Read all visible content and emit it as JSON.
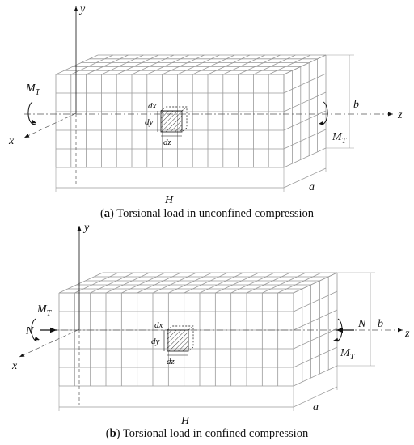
{
  "panels": [
    {
      "id": "a",
      "caption_letter": "a",
      "caption_text": "Torsional load in unconfined compression",
      "labels": {
        "y": "y",
        "x": "x",
        "z": "z",
        "moment_main": "M",
        "moment_sub": "T",
        "b": "b",
        "a": "a",
        "H": "H",
        "dx": "dx",
        "dy": "dy",
        "dz": "dz"
      }
    },
    {
      "id": "b",
      "caption_letter": "b",
      "caption_text": "Torsional load in confined compression",
      "labels": {
        "y": "y",
        "x": "x",
        "z": "z",
        "moment_main": "M",
        "moment_sub": "T",
        "b": "b",
        "a": "a",
        "H": "H",
        "N": "N",
        "dx": "dx",
        "dy": "dy",
        "dz": "dz"
      }
    }
  ],
  "colors": {
    "grid_line": "#9a9a9a",
    "ink": "#111111",
    "axis_dash": "#555555"
  }
}
